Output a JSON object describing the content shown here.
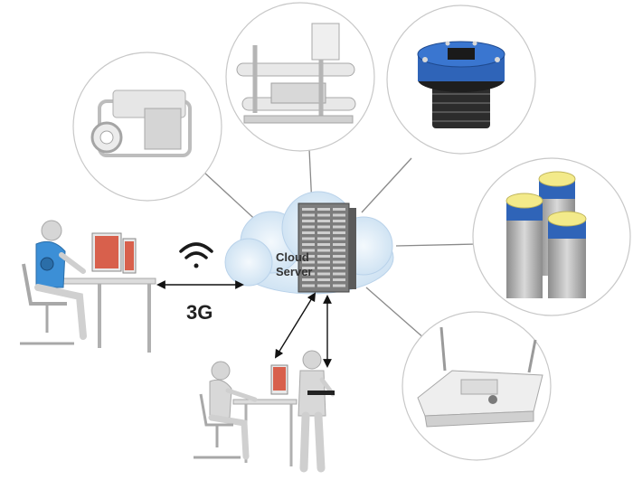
{
  "cloud": {
    "label_line1": "Cloud",
    "label_line2": "Server"
  },
  "network": {
    "label": "3G",
    "icon": "wifi-icon"
  },
  "devices": [
    {
      "icon": "portable-pump-icon"
    },
    {
      "icon": "pipe-skid-icon"
    },
    {
      "icon": "sensor-head-icon"
    },
    {
      "icon": "cylinder-sensors-icon"
    },
    {
      "icon": "router-icon"
    }
  ],
  "people": [
    {
      "icon": "desk-operator-icon"
    },
    {
      "icon": "seated-operator-icon"
    },
    {
      "icon": "tablet-user-icon"
    }
  ],
  "colors": {
    "cloud_fill": "#dcebf7",
    "server_gray": "#7d7d7d",
    "accent_blue": "#2f64b8",
    "accent_yellow": "#f3ea8a",
    "line_gray": "#8a8a8a",
    "figure_gray": "#d8d8d8"
  }
}
